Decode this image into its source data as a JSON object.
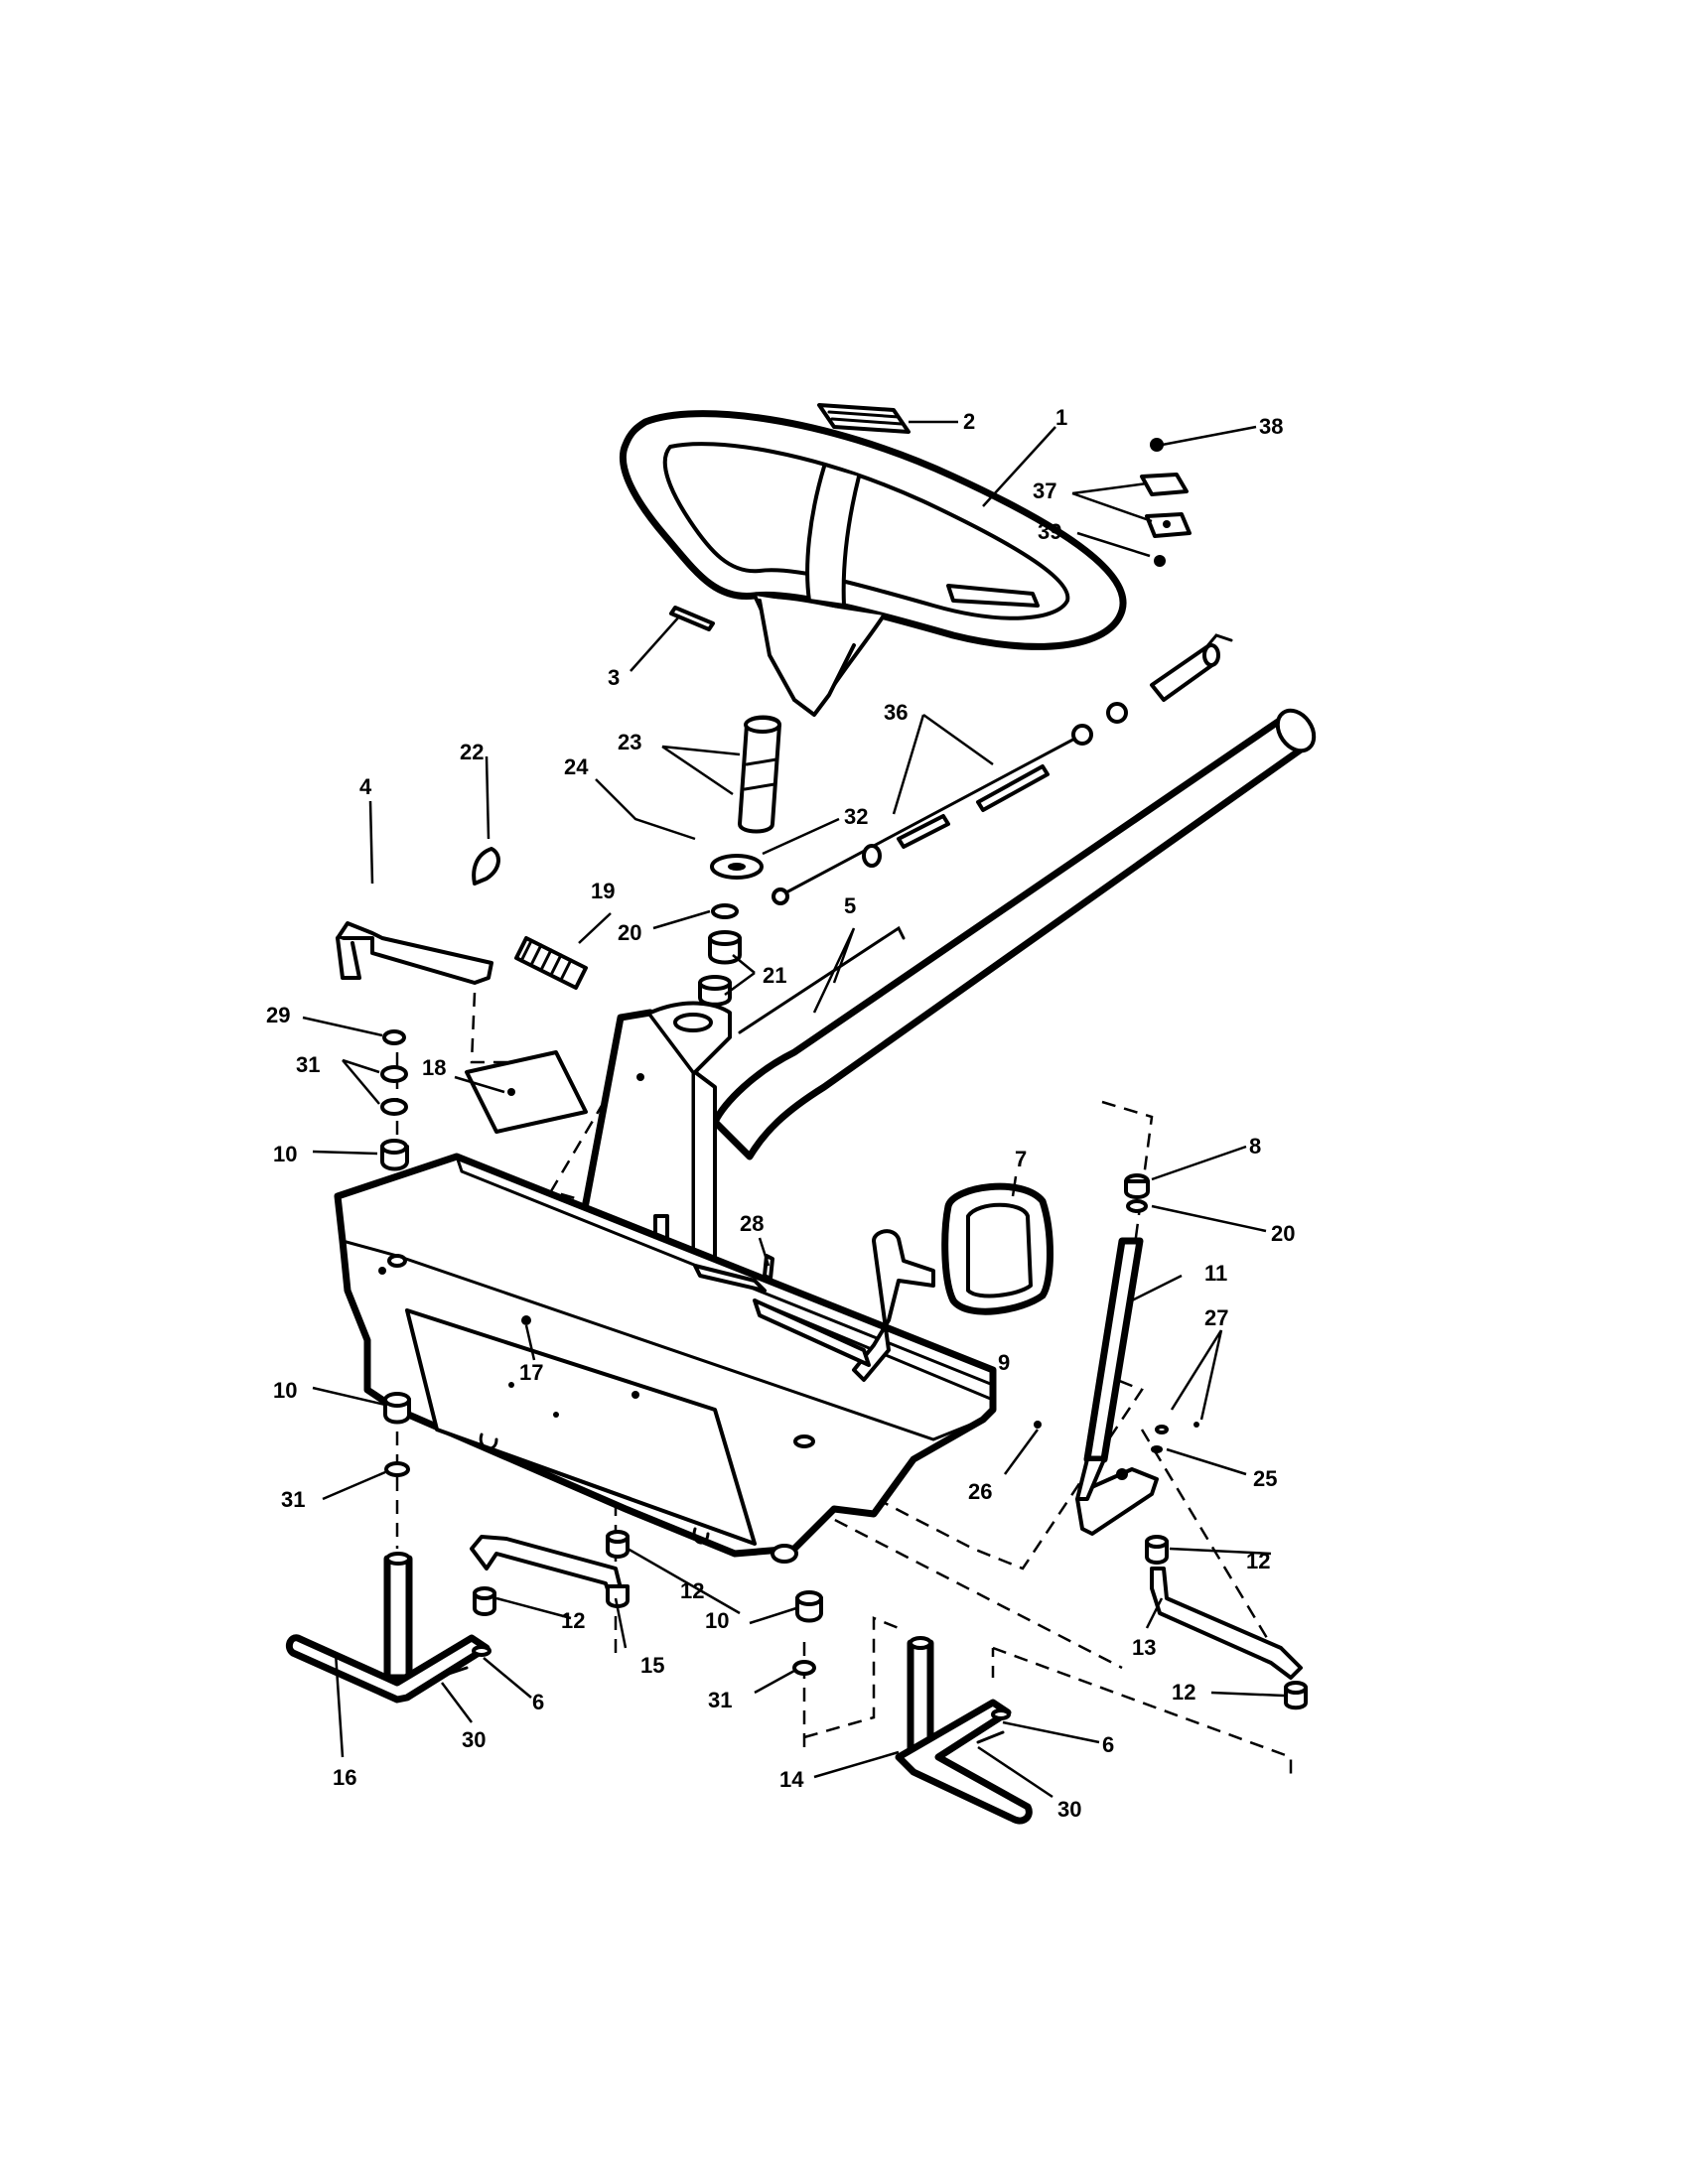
{
  "callouts": [
    {
      "id": "c1",
      "label": "1"
    },
    {
      "id": "c2",
      "label": "2"
    },
    {
      "id": "c3",
      "label": "3"
    },
    {
      "id": "c4",
      "label": "4"
    },
    {
      "id": "c5",
      "label": "5"
    },
    {
      "id": "c6a",
      "label": "6"
    },
    {
      "id": "c6b",
      "label": "6"
    },
    {
      "id": "c7",
      "label": "7"
    },
    {
      "id": "c8",
      "label": "8"
    },
    {
      "id": "c9",
      "label": "9"
    },
    {
      "id": "c10a",
      "label": "10"
    },
    {
      "id": "c10b",
      "label": "10"
    },
    {
      "id": "c10c",
      "label": "10"
    },
    {
      "id": "c11",
      "label": "11"
    },
    {
      "id": "c12a",
      "label": "12"
    },
    {
      "id": "c12b",
      "label": "12"
    },
    {
      "id": "c12c",
      "label": "12"
    },
    {
      "id": "c12d",
      "label": "12"
    },
    {
      "id": "c13",
      "label": "13"
    },
    {
      "id": "c14",
      "label": "14"
    },
    {
      "id": "c15",
      "label": "15"
    },
    {
      "id": "c16",
      "label": "16"
    },
    {
      "id": "c17",
      "label": "17"
    },
    {
      "id": "c18",
      "label": "18"
    },
    {
      "id": "c19",
      "label": "19"
    },
    {
      "id": "c20a",
      "label": "20"
    },
    {
      "id": "c20b",
      "label": "20"
    },
    {
      "id": "c21",
      "label": "21"
    },
    {
      "id": "c22",
      "label": "22"
    },
    {
      "id": "c23",
      "label": "23"
    },
    {
      "id": "c24",
      "label": "24"
    },
    {
      "id": "c25",
      "label": "25"
    },
    {
      "id": "c26",
      "label": "26"
    },
    {
      "id": "c27",
      "label": "27"
    },
    {
      "id": "c28",
      "label": "28"
    },
    {
      "id": "c29",
      "label": "29"
    },
    {
      "id": "c30a",
      "label": "30"
    },
    {
      "id": "c30b",
      "label": "30"
    },
    {
      "id": "c31a",
      "label": "31"
    },
    {
      "id": "c31b",
      "label": "31"
    },
    {
      "id": "c31c",
      "label": "31"
    },
    {
      "id": "c32",
      "label": "32"
    },
    {
      "id": "c36",
      "label": "36"
    },
    {
      "id": "c37",
      "label": "37"
    },
    {
      "id": "c38",
      "label": "38"
    },
    {
      "id": "c39",
      "label": "39"
    }
  ],
  "colors": {
    "line": "#000000",
    "background": "#ffffff"
  }
}
